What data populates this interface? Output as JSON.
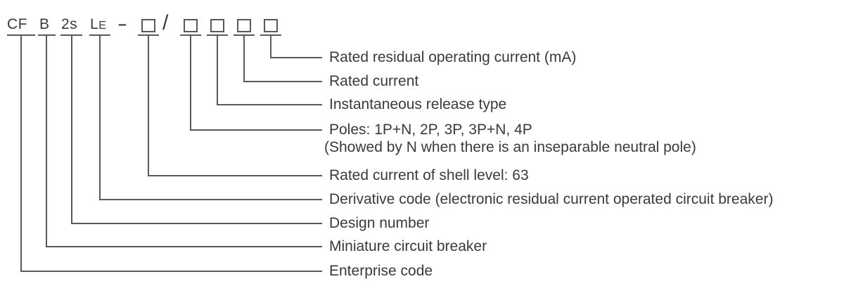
{
  "diagram": {
    "code_line": {
      "segments": [
        "CF",
        "B",
        "2s",
        "LE"
      ],
      "dash": "–",
      "slash": "/",
      "box_count": 5
    },
    "callouts": [
      {
        "target": "box-5",
        "text": "Rated residual operating current (mA)"
      },
      {
        "target": "box-4",
        "text": "Rated current"
      },
      {
        "target": "box-3",
        "text": "Instantaneous release type"
      },
      {
        "target": "box-2",
        "text": "Poles: 1P+N, 2P, 3P, 3P+N, 4P",
        "note": "(Showed by N when there is an inseparable neutral pole)"
      },
      {
        "target": "box-1",
        "text": "Rated current of shell level: 63"
      },
      {
        "target": "LE",
        "text": "Derivative code (electronic residual current operated circuit breaker)"
      },
      {
        "target": "2s",
        "text": "Design number"
      },
      {
        "target": "B",
        "text": "Miniature circuit breaker"
      },
      {
        "target": "CF",
        "text": "Enterprise code"
      }
    ],
    "colors": {
      "text": "#3a3a3a",
      "line": "#58595b",
      "background": "#ffffff"
    }
  }
}
